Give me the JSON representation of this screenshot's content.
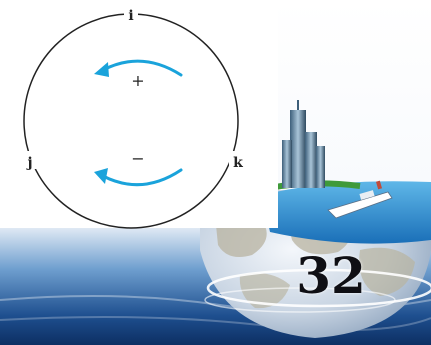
{
  "diagram": {
    "nodes": {
      "top": "i",
      "left": "j",
      "right": "k"
    },
    "arrows": {
      "upper": {
        "sign": "+",
        "direction": "counterclockwise"
      },
      "lower": {
        "sign": "−",
        "direction": "clockwise"
      }
    }
  },
  "colors": {
    "circle": "#222222",
    "arrow": "#1aa3db",
    "text": "#222222"
  },
  "background": {
    "description_icons": [
      "globe-icon",
      "skyscraper-icon",
      "ship-icon"
    ],
    "page_number": "32"
  }
}
